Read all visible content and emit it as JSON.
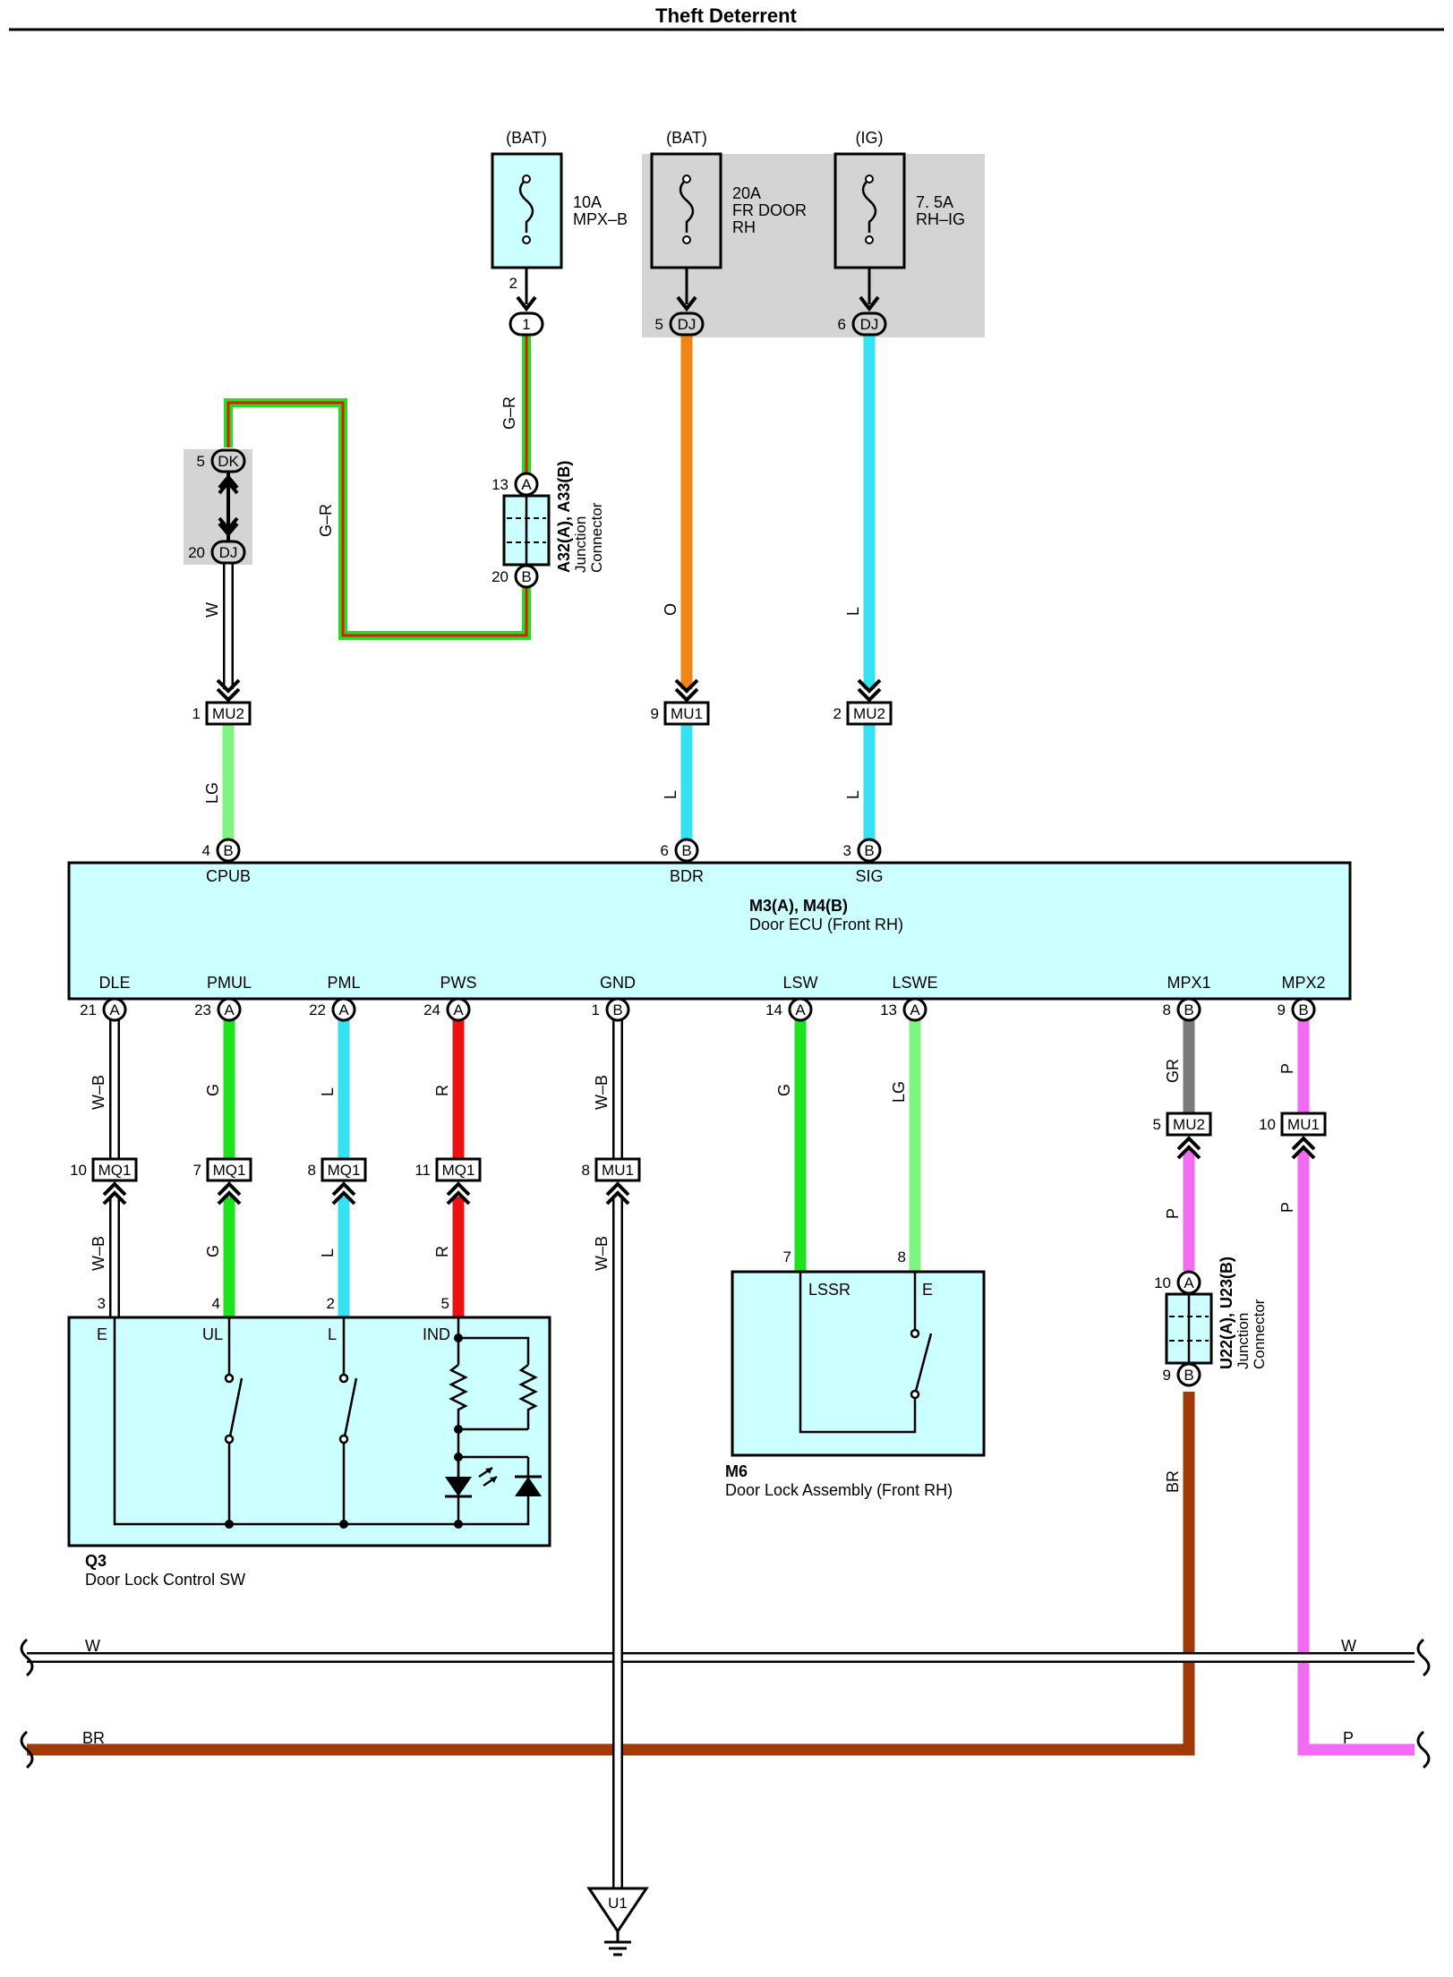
{
  "title": "Theft Deterrent",
  "colors": {
    "orange": "#f28415",
    "cyan": "#34e2f2",
    "green": "#1fe21f",
    "light_green": "#7ff57f",
    "red": "#ee1111",
    "gray": "#7a7a7a",
    "pink": "#f26bf2",
    "brown": "#a13a07",
    "component_fill": "#ccffff",
    "shade": "#d4d4d4"
  },
  "fuses": [
    {
      "id": "fuse-mpx-b",
      "source": "(BAT)",
      "rating": "10A",
      "name": "MPX–B",
      "name2": "",
      "pin": "2"
    },
    {
      "id": "fuse-fr-door-rh",
      "source": "(BAT)",
      "rating": "20A",
      "name": "FR DOOR",
      "name2": "RH",
      "pin": ""
    },
    {
      "id": "fuse-rh-ig",
      "source": "(IG)",
      "rating": "7. 5A",
      "name": "RH–IG",
      "name2": "",
      "pin": ""
    }
  ],
  "top_connectors": {
    "c1": {
      "pin": "",
      "code": "1"
    },
    "dj5": {
      "pin": "5",
      "code": "DJ"
    },
    "dj6": {
      "pin": "6",
      "code": "DJ"
    },
    "dk5": {
      "pin": "5",
      "code": "DK"
    },
    "dj20": {
      "pin": "20",
      "code": "DJ"
    }
  },
  "junction_a32": {
    "name": "A32(A), A33(B)",
    "desc_1": "Junction",
    "desc_2": "Connector",
    "pin_top": "13",
    "code_top": "A",
    "pin_bottom": "20",
    "code_bottom": "B"
  },
  "wires_upper": {
    "g_r_1": "G–R",
    "g_r_2": "G–R",
    "w": "W",
    "o": "O",
    "l": "L",
    "lg": "LG",
    "l2": "L",
    "l3": "L"
  },
  "mu_connectors": [
    {
      "pin": "1",
      "code": "MU2"
    },
    {
      "pin": "9",
      "code": "MU1"
    },
    {
      "pin": "2",
      "code": "MU2"
    }
  ],
  "ecu": {
    "name": "M3(A), M4(B)",
    "desc": "Door ECU (Front RH)",
    "top_pins": [
      {
        "label": "CPUB",
        "pin": "4",
        "code": "B"
      },
      {
        "label": "BDR",
        "pin": "6",
        "code": "B"
      },
      {
        "label": "SIG",
        "pin": "3",
        "code": "B"
      }
    ],
    "bottom_pins": [
      {
        "label": "DLE",
        "pin": "21",
        "code": "A"
      },
      {
        "label": "PMUL",
        "pin": "23",
        "code": "A"
      },
      {
        "label": "PML",
        "pin": "22",
        "code": "A"
      },
      {
        "label": "PWS",
        "pin": "24",
        "code": "A"
      },
      {
        "label": "GND",
        "pin": "1",
        "code": "B"
      },
      {
        "label": "LSW",
        "pin": "14",
        "code": "A"
      },
      {
        "label": "LSWE",
        "pin": "13",
        "code": "A"
      },
      {
        "label": "MPX1",
        "pin": "8",
        "code": "B"
      },
      {
        "label": "MPX2",
        "pin": "9",
        "code": "B"
      }
    ]
  },
  "lower_wires": {
    "dle_1": "W–B",
    "dle_2": "W–B",
    "pmul_1": "G",
    "pmul_2": "G",
    "pml_1": "L",
    "pml_2": "L",
    "pws_1": "R",
    "pws_2": "R",
    "gnd_1": "W–B",
    "gnd_2": "W–B",
    "lsw": "G",
    "lswe": "LG",
    "mpx1_1": "GR",
    "mpx1_2": "P",
    "mpx1_3": "BR",
    "mpx2_1": "P",
    "mpx2_2": "P"
  },
  "mq_connectors": [
    {
      "pin": "10",
      "code": "MQ1"
    },
    {
      "pin": "7",
      "code": "MQ1"
    },
    {
      "pin": "8",
      "code": "MQ1"
    },
    {
      "pin": "11",
      "code": "MQ1"
    },
    {
      "pin": "8",
      "code": "MU1"
    },
    {
      "pin": "5",
      "code": "MU2"
    },
    {
      "pin": "10",
      "code": "MU1"
    }
  ],
  "q3": {
    "name": "Q3",
    "desc": "Door Lock Control SW",
    "pins": [
      {
        "pin": "3",
        "label": "E"
      },
      {
        "pin": "4",
        "label": "UL"
      },
      {
        "pin": "2",
        "label": "L"
      },
      {
        "pin": "5",
        "label": "IND"
      }
    ]
  },
  "m6": {
    "name": "M6",
    "desc": "Door Lock Assembly (Front RH)",
    "pins": [
      {
        "pin": "7",
        "label": "LSSR"
      },
      {
        "pin": "8",
        "label": "E"
      }
    ]
  },
  "junction_u22": {
    "name": "U22(A), U23(B)",
    "desc_1": "Junction",
    "desc_2": "Connector",
    "pin_top": "10",
    "code_top": "A",
    "pin_bottom": "9",
    "code_bottom": "B"
  },
  "bus": {
    "w_left": "W",
    "w_right": "W",
    "br": "BR",
    "p": "P"
  },
  "ground": {
    "code": "U1"
  }
}
